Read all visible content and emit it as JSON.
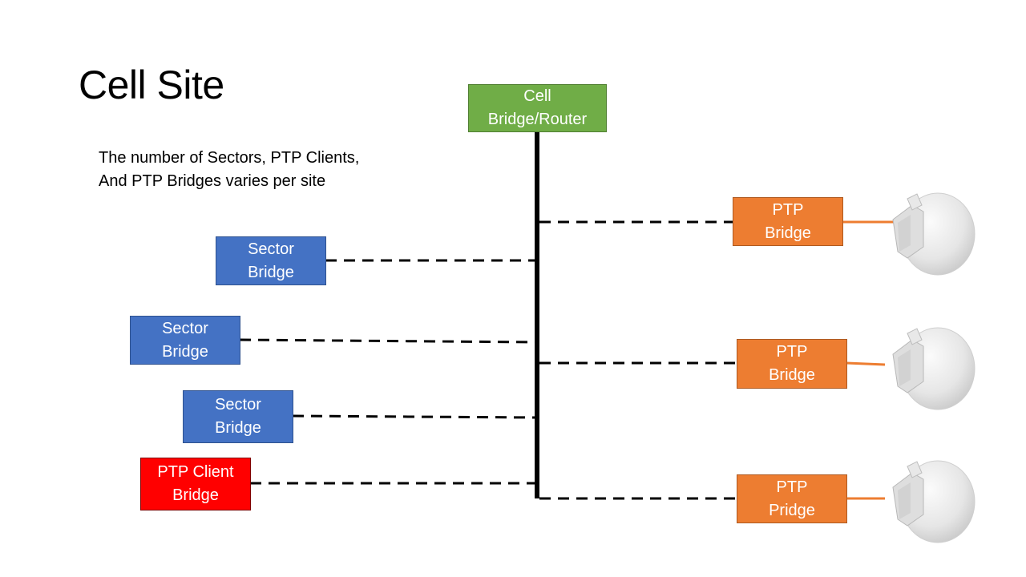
{
  "title": "Cell Site",
  "note": {
    "line1": "The number of Sectors, PTP Clients,",
    "line2": "And PTP Bridges varies per site"
  },
  "colors": {
    "router": "#70ad47",
    "sector": "#4472c4",
    "ptp_client": "#ff0000",
    "ptp_bridge": "#ed7d31",
    "line": "#000000",
    "antenna_cable": "#ed7d31"
  },
  "router": {
    "line1": "Cell",
    "line2": "Bridge/Router"
  },
  "left_nodes": [
    {
      "line1": "Sector",
      "line2": "Bridge"
    },
    {
      "line1": "Sector",
      "line2": "Bridge"
    },
    {
      "line1": "Sector",
      "line2": "Bridge"
    },
    {
      "line1": "PTP Client",
      "line2": "Bridge"
    }
  ],
  "right_nodes": [
    {
      "line1": "PTP",
      "line2": "Bridge",
      "antenna_icon": "radio-dish-icon"
    },
    {
      "line1": "PTP",
      "line2": "Bridge",
      "antenna_icon": "radio-dish-icon"
    },
    {
      "line1": "PTP",
      "line2": "Pridge",
      "antenna_icon": "radio-dish-icon"
    }
  ]
}
